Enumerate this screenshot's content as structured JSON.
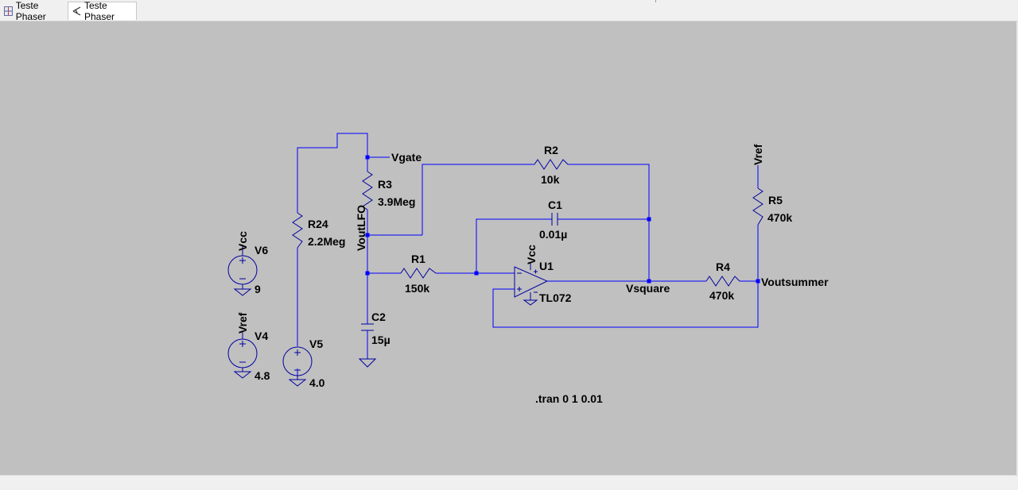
{
  "tabs": [
    {
      "label": "Teste Phaser",
      "icon": "schematic-icon"
    },
    {
      "label": "Teste Phaser",
      "icon": "probe-icon",
      "active": true
    }
  ],
  "colors": {
    "canvas": "#c0c0c0",
    "wire": "#0000ff",
    "component": "#0000a0",
    "junction": "#0000ff"
  },
  "schematic": {
    "nets": {
      "vgate": "Vgate",
      "voutlfo": "VoutLFO",
      "vsquare": "Vsquare",
      "voutsummer": "Voutsummer",
      "vcc_v6": "Vcc",
      "vref_v4": "Vref",
      "vcc_u1": "Vcc",
      "vref_r5": "Vref"
    },
    "components": {
      "r2": {
        "name": "R2",
        "value": "10k"
      },
      "r3": {
        "name": "R3",
        "value": "3.9Meg"
      },
      "r24": {
        "name": "R24",
        "value": "2.2Meg"
      },
      "c1": {
        "name": "C1",
        "value": "0.01µ"
      },
      "r1": {
        "name": "R1",
        "value": "150k"
      },
      "u1": {
        "name": "U1",
        "value": "TL072"
      },
      "r4": {
        "name": "R4",
        "value": "470k"
      },
      "r5": {
        "name": "R5",
        "value": "470k"
      },
      "c2": {
        "name": "C2",
        "value": "15µ"
      },
      "v6": {
        "name": "V6",
        "value": "9"
      },
      "v4": {
        "name": "V4",
        "value": "4.8"
      },
      "v5": {
        "name": "V5",
        "value": "4.0"
      }
    },
    "directive": ".tran 0 1 0.01"
  }
}
